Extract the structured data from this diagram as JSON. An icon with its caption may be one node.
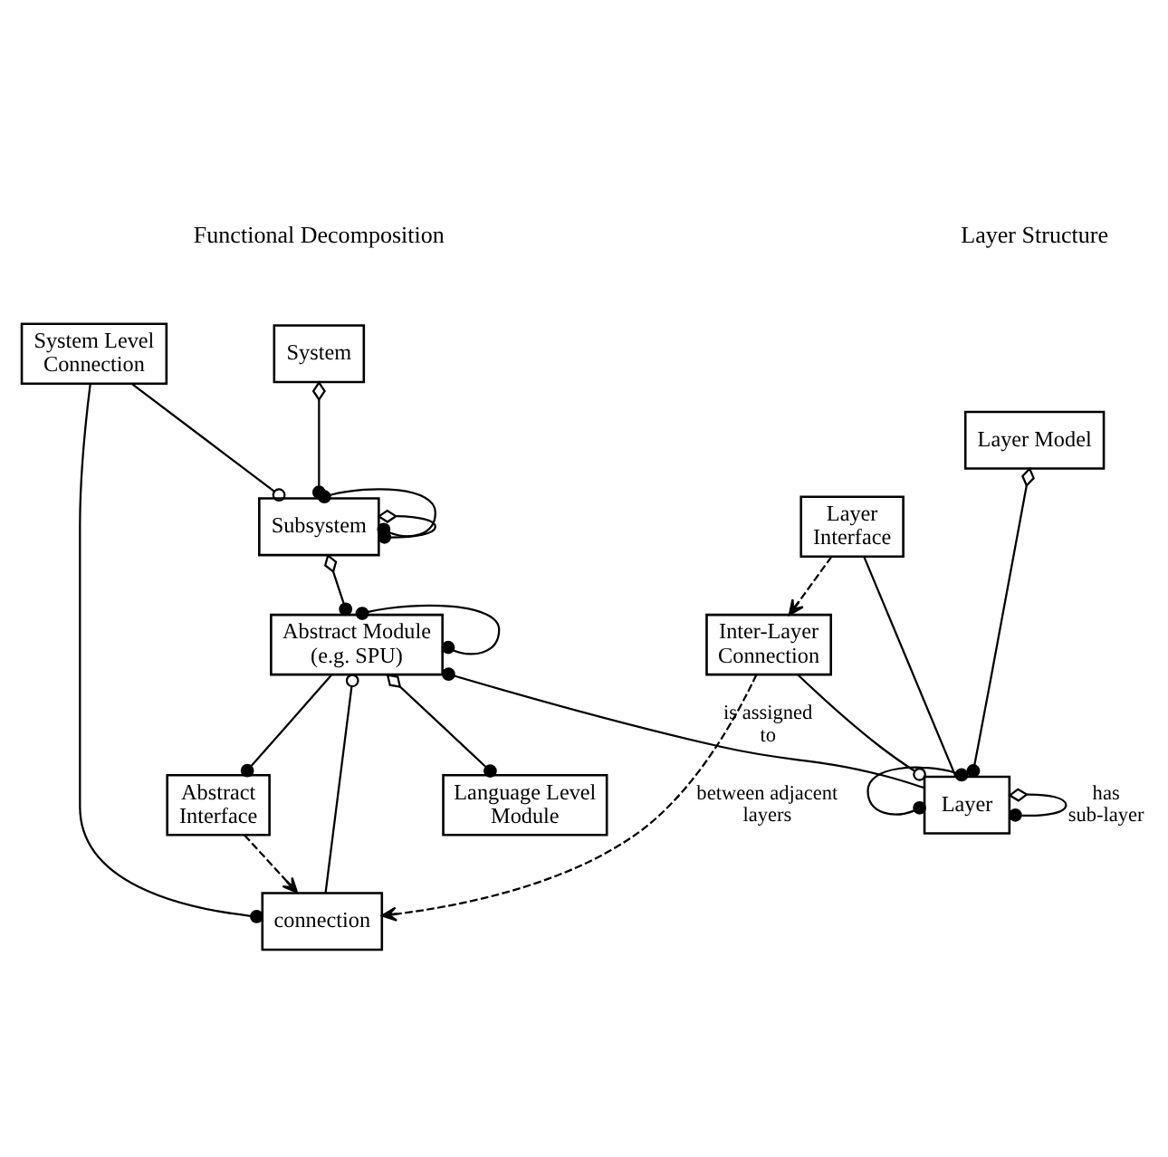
{
  "diagram": {
    "nodes": [
      {
        "text": [
          "System"
        ]
      },
      {
        "text": [
          "Subsystem"
        ]
      },
      {
        "text": [
          "System Level Connection"
        ]
      },
      {
        "text": [
          "connection"
        ]
      },
      {
        "text": [
          "Abstract Module (e.g. SPU)"
        ]
      },
      {
        "text": [
          "Abstract Interface"
        ]
      },
      {
        "text": [
          "Language Level Module"
        ]
      },
      {
        "text": [
          "Layer Model"
        ]
      },
      {
        "text": [
          "Inter-Layer Connection"
        ]
      },
      {
        "text": [
          "Layer"
        ]
      },
      {
        "text": [
          "Layer Interface"
        ]
      }
    ],
    "edges": [
      {
        "from": 0,
        "to": 1,
        "arrow": "other"
      },
      {
        "from": 1,
        "to": 1,
        "arrow": "other"
      },
      {
        "from": 1,
        "to": 1,
        "arrow": "other"
      },
      {
        "from": 2,
        "to": 1,
        "arrow": "other"
      },
      {
        "from": 1,
        "to": 4,
        "arrow": "other"
      },
      {
        "from": 2,
        "to": 3,
        "arrow": "other"
      },
      {
        "from": 4,
        "to": 4,
        "arrow": "other"
      },
      {
        "from": 3,
        "to": 4,
        "arrow": "other"
      },
      {
        "from": 4,
        "to": 5,
        "arrow": "other"
      },
      {
        "from": 4,
        "to": 6,
        "arrow": "other"
      },
      {
        "from": 4,
        "to": 9,
        "arrow": "other",
        "label": "is assigned to"
      },
      {
        "from": 7,
        "to": 9,
        "arrow": "other"
      },
      {
        "from": 9,
        "to": 9,
        "arrow": "other",
        "label": "has sub-layer"
      },
      {
        "from": 9,
        "to": 9,
        "arrow": "other"
      },
      {
        "from": 8,
        "to": 9,
        "arrow": "other"
      },
      {
        "from": 10,
        "to": 9,
        "arrow": "none"
      },
      {
        "from": 8,
        "to": 3,
        "arrow": "to",
        "style": "dashed",
        "label": "between adjacent layers"
      },
      {
        "from": 5,
        "to": 3,
        "arrow": "to",
        "style": "dashed"
      },
      {
        "from": 10,
        "to": 8,
        "arrow": "to",
        "style": "dashed"
      }
    ],
    "labels": [
      "Functional Decomposition",
      "Layer Structure"
    ]
  }
}
